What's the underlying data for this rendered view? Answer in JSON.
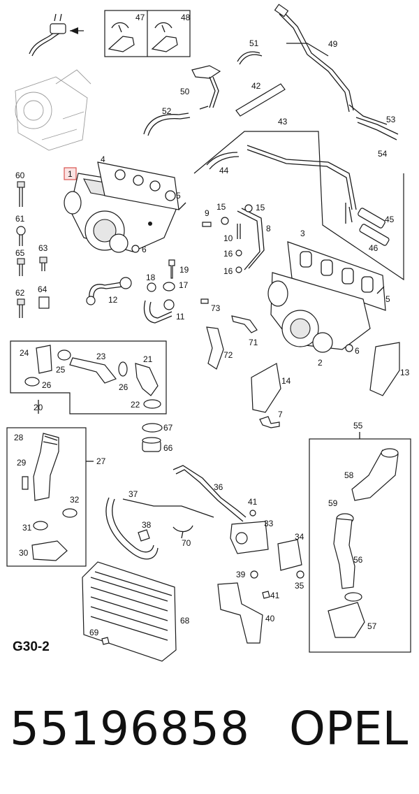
{
  "callouts": {
    "c1": "1",
    "c2": "2",
    "c3": "3",
    "c4": "4",
    "c5a": "5",
    "c5b": "5",
    "c6a": "6",
    "c6b": "6",
    "c7": "7",
    "c8": "8",
    "c9": "9",
    "c10": "10",
    "c11": "11",
    "c12": "12",
    "c13": "13",
    "c14": "14",
    "c15a": "15",
    "c15b": "15",
    "c16a": "16",
    "c16b": "16",
    "c17": "17",
    "c18": "18",
    "c19": "19",
    "c20": "20",
    "c21": "21",
    "c22": "22",
    "c23": "23",
    "c24": "24",
    "c25": "25",
    "c26a": "26",
    "c26b": "26",
    "c27": "27",
    "c28": "28",
    "c29": "29",
    "c30": "30",
    "c31": "31",
    "c32": "32",
    "c33": "33",
    "c34": "34",
    "c35": "35",
    "c36": "36",
    "c37": "37",
    "c38": "38",
    "c39": "39",
    "c40": "40",
    "c41a": "41",
    "c41b": "41",
    "c42": "42",
    "c43": "43",
    "c44": "44",
    "c45": "45",
    "c46": "46",
    "c47": "47",
    "c48": "48",
    "c49": "49",
    "c50": "50",
    "c51": "51",
    "c52": "52",
    "c53": "53",
    "c54": "54",
    "c55": "55",
    "c56": "56",
    "c57": "57",
    "c58": "58",
    "c59": "59",
    "c60": "60",
    "c61": "61",
    "c62": "62",
    "c63": "63",
    "c64": "64",
    "c65": "65",
    "c66": "66",
    "c67": "67",
    "c68": "68",
    "c69": "69",
    "c70": "70",
    "c71": "71",
    "c72": "72",
    "c73": "73"
  },
  "group_code": "G30-2",
  "part_number": "55196858",
  "brand": "OPEL",
  "colors": {
    "ink": "#1a1a1a",
    "highlight": "#d9534f",
    "highlight_fill": "#fbe3e3"
  }
}
